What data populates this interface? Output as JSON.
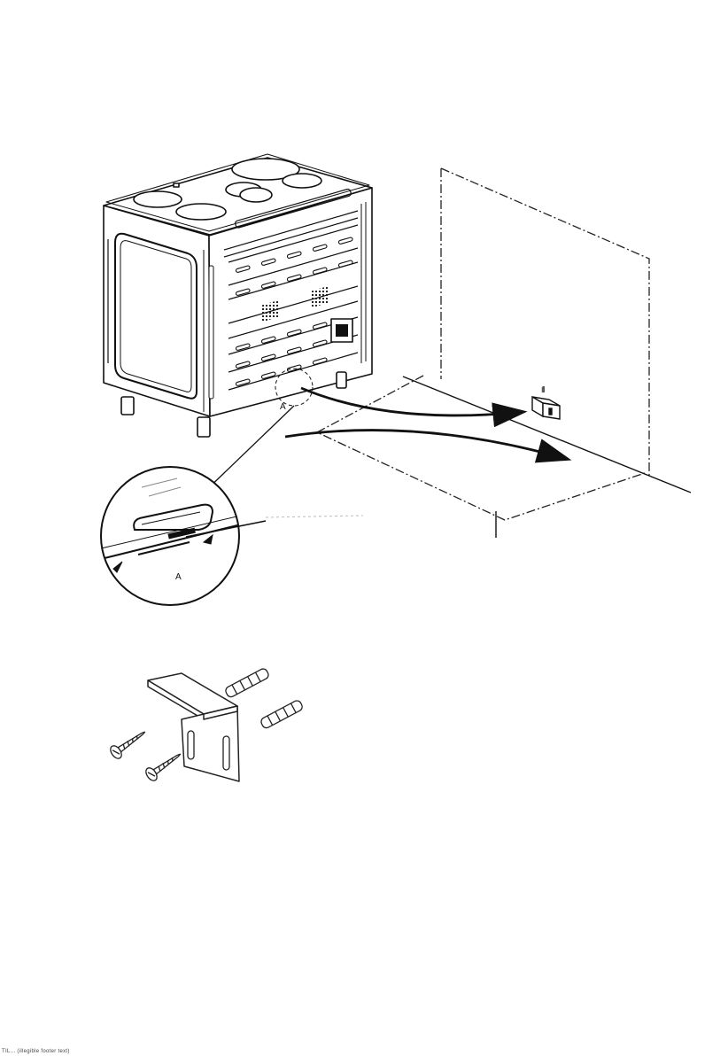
{
  "diagram": {
    "callout_label": "A",
    "detail_label": "A",
    "bracket_marker": "I"
  },
  "footer": {
    "text": "TIL... (illegible footer text)"
  },
  "colors": {
    "line": "#111111",
    "background": "#ffffff"
  },
  "icons": {
    "cooker": "range-cooker-icon",
    "bracket": "anti-tip-bracket-icon",
    "screw": "screw-icon",
    "plug": "wall-plug-icon"
  }
}
